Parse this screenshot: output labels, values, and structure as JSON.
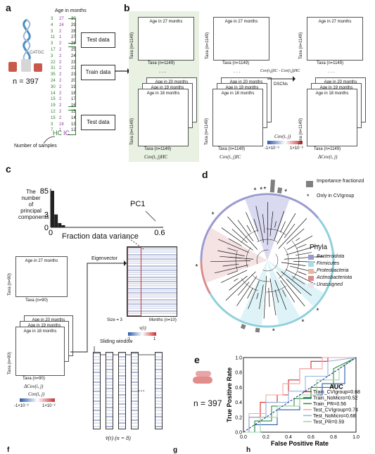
{
  "panel_a": {
    "letter": "a",
    "age_header": "Age in months",
    "n_label": "n = 397",
    "test_top": "Test data",
    "train": "Train data",
    "test_bottom": "Test data",
    "samples_label": "Number of samples",
    "hc": "HC",
    "ic": "IC",
    "dna_text": "CATGC",
    "left_numbers": [
      "3",
      "4",
      "3",
      "11",
      "3",
      "17",
      "3",
      "22",
      "31",
      "35",
      "24",
      "30",
      "14",
      "15",
      "19",
      "12",
      "15",
      "3",
      "7"
    ],
    "right_numbers": [
      "27",
      "24",
      "2",
      "1",
      "2",
      "2",
      "2",
      "2",
      "2",
      "2",
      "2",
      "2",
      "2",
      "2",
      "2",
      "2",
      "2",
      "18",
      "1"
    ],
    "age_numbers": [
      "30",
      "29",
      "28",
      "27",
      "26",
      "25",
      "24",
      "23",
      "22",
      "21",
      "20",
      "19",
      "18",
      "17",
      "16",
      "15",
      "14",
      "13",
      "12"
    ]
  },
  "panel_b": {
    "letter": "b",
    "age27": "Age in 27 months",
    "age20": "Age in 20 months",
    "age19": "Age in 19 months",
    "age18": "Age in 18 months",
    "taxa_y": "Taxa (n=1149)",
    "taxa_x": "Taxa (n=1149)",
    "dots": ". . .",
    "cov_hc": "Cov(i, j)HC",
    "cov_ic": "Cov(i, j)IC",
    "delta_cov": "ΔCov(i, j)",
    "diff_formula": "Cov(i,j)IC - Cov(i,j)HC",
    "dscns": "DSCNs",
    "cov_legend": "Cov(i, j)",
    "cov_min": "-1×10⁻³",
    "cov_max": "1×10⁻³"
  },
  "panel_c": {
    "letter": "c",
    "ylabel": "The number of principal components",
    "xlabel": "Fraction data variance",
    "pc1": "PC1",
    "age27": "Age in 27 months",
    "age20": "Age in 20 months",
    "age19": "Age in 19 months",
    "age18": "Age in 18 months",
    "taxa_y": "Taxa (n=90)",
    "taxa_x": "Taxa (n=90)",
    "delta_cov": "ΔCov(i, j)",
    "cov_legend": "Cov(i, j)",
    "cov_min": "-1×10⁻²",
    "cov_max": "1×10⁻²",
    "eigenvector": "Eigenvector",
    "size": "Size = 3",
    "months": "Months (n=10)",
    "vt": "v(t)",
    "sliding": "Sliding window",
    "vbar": "v̄(t) (n = 8)",
    "vt_min": "-1",
    "vt_max": "1",
    "dots": "..."
  },
  "chart_data": [
    {
      "type": "bar",
      "title": "",
      "xlabel": "Fraction data variance",
      "ylabel": "The number of principal components",
      "x": [
        0.0,
        0.02,
        0.04,
        0.06,
        0.6
      ],
      "values": [
        85,
        30,
        10,
        5,
        1
      ],
      "yticks": [
        "0",
        "3",
        "85"
      ],
      "xticks": [
        "0",
        "0.6"
      ],
      "annotation": "PC1"
    },
    {
      "type": "line",
      "title": "AUC",
      "xlabel": "False Positive Rate",
      "ylabel": "True Positive Rate",
      "xlim": [
        0,
        1
      ],
      "ylim": [
        0,
        1
      ],
      "xticks": [
        "0.0",
        "0.2",
        "0.4",
        "0.6",
        "0.8",
        "1.0"
      ],
      "yticks": [
        "0.0",
        "0.2",
        "0.4",
        "0.6",
        "0.8",
        "1.0"
      ],
      "series": [
        {
          "name": "Train_CVIgroup=0.68",
          "color": "#d62828",
          "x": [
            0,
            0.05,
            0.05,
            0.15,
            0.15,
            0.3,
            0.3,
            0.4,
            0.4,
            0.5,
            0.5,
            0.6,
            0.6,
            0.75,
            0.75,
            1
          ],
          "y": [
            0,
            0,
            0.2,
            0.2,
            0.4,
            0.4,
            0.5,
            0.5,
            0.7,
            0.7,
            0.85,
            0.85,
            0.95,
            0.95,
            1,
            1
          ]
        },
        {
          "name": "Train_NoMicro=0.52",
          "color": "#2a5aa8",
          "x": [
            0,
            0.1,
            0.1,
            0.3,
            0.3,
            0.5,
            0.5,
            0.7,
            0.7,
            0.9,
            0.9,
            1
          ],
          "y": [
            0,
            0,
            0.1,
            0.1,
            0.3,
            0.3,
            0.5,
            0.5,
            0.65,
            0.65,
            0.9,
            1
          ]
        },
        {
          "name": "Train_PR=0.56",
          "color": "#2e8b3e",
          "x": [
            0,
            0.1,
            0.1,
            0.25,
            0.25,
            0.45,
            0.45,
            0.6,
            0.6,
            0.8,
            0.8,
            1
          ],
          "y": [
            0,
            0,
            0.15,
            0.15,
            0.35,
            0.35,
            0.45,
            0.45,
            0.6,
            0.6,
            0.85,
            1
          ]
        },
        {
          "name": "Test_CVIgroup=0.74",
          "color": "#f2a5a5",
          "x": [
            0,
            0.05,
            0.05,
            0.2,
            0.2,
            0.35,
            0.35,
            0.5,
            0.5,
            0.7,
            0.7,
            1
          ],
          "y": [
            0,
            0,
            0.25,
            0.25,
            0.5,
            0.5,
            0.65,
            0.65,
            0.85,
            0.85,
            1,
            1
          ]
        },
        {
          "name": "Test_NoMicro=0.68",
          "color": "#8fb3e0",
          "x": [
            0,
            0.05,
            0.05,
            0.2,
            0.2,
            0.4,
            0.4,
            0.55,
            0.55,
            0.75,
            0.75,
            1
          ],
          "y": [
            0,
            0,
            0.2,
            0.2,
            0.4,
            0.4,
            0.55,
            0.55,
            0.75,
            0.75,
            0.95,
            1
          ]
        },
        {
          "name": "Test_PR=0.59",
          "color": "#9fd3a6",
          "x": [
            0,
            0.15,
            0.15,
            0.3,
            0.3,
            0.5,
            0.5,
            0.65,
            0.65,
            0.85,
            0.85,
            1
          ],
          "y": [
            0,
            0,
            0.2,
            0.2,
            0.35,
            0.35,
            0.5,
            0.5,
            0.7,
            0.7,
            0.85,
            1
          ]
        },
        {
          "name": "",
          "color": "#1f3f8f",
          "dashed": true,
          "x": [
            0,
            1
          ],
          "y": [
            0,
            1
          ]
        }
      ]
    }
  ],
  "panel_d": {
    "letter": "d",
    "importance_label": "Importance fractionzd",
    "star_label": "Only in CVIgroup",
    "phyla_title": "Phyla",
    "phyla": [
      {
        "name": "Bacteroidota",
        "color": "#9a9ad0"
      },
      {
        "name": "Firmicutes",
        "color": "#a8dce6"
      },
      {
        "name": "Proteobacteria",
        "color": "#e8b7a0"
      },
      {
        "name": "Actinobacteriota",
        "color": "#d98c8c"
      },
      {
        "name": "Unassigned",
        "color": "#e6e6f0"
      }
    ]
  },
  "panel_e": {
    "letter": "e",
    "n_label": "n = 397",
    "auc_title": "AUC",
    "legend": [
      "Train_CVIgroup=0.68",
      "Train_NoMicro=0.52",
      "Train_PR=0.56",
      "Test_CVIgroup=0.74",
      "Test_NoMicro=0.68",
      "Test_PR=0.59"
    ]
  },
  "footer": {
    "f": "f",
    "g": "g",
    "h": "h"
  }
}
